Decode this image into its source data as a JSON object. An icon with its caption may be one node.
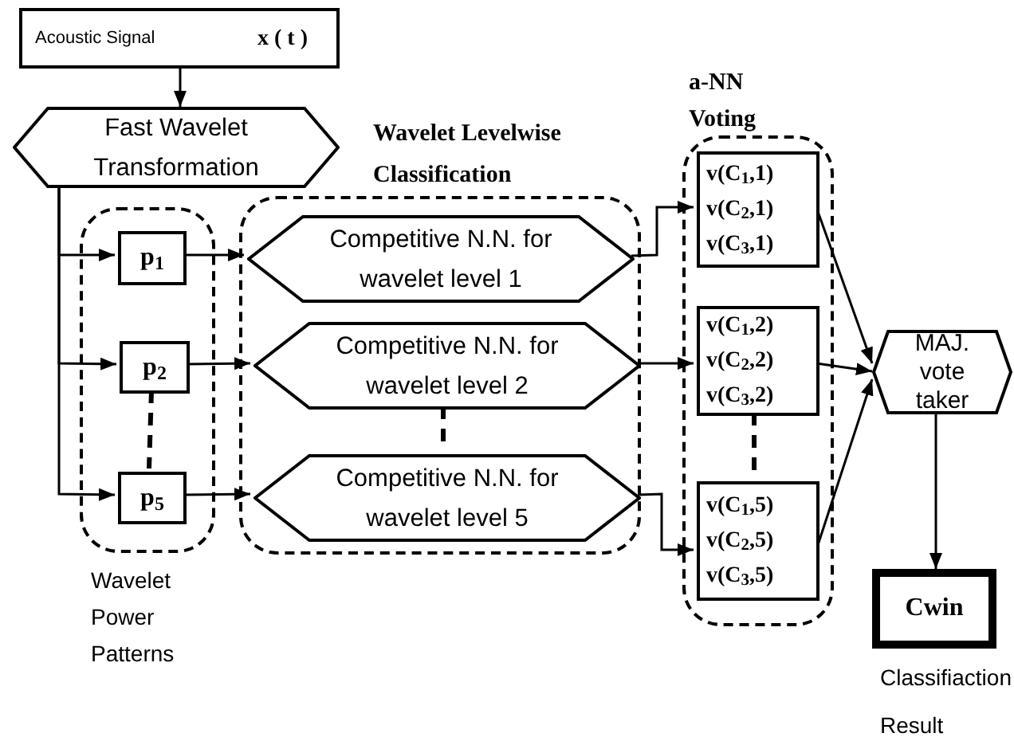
{
  "diagram": {
    "nodes": [
      {
        "text": [
          "Acoustic Signal",
          "x ( t )"
        ]
      },
      {
        "text": [
          "Fast Wavelet Transformation"
        ]
      },
      {
        "text": [
          "Wavelet Power Patterns"
        ]
      },
      {
        "text": [
          "p$_{1}$"
        ],
        "in": 2
      },
      {
        "text": [
          "p$_{2}$"
        ],
        "in": 2
      },
      {
        "text": [
          "p$_{5}$"
        ],
        "in": 2
      },
      {
        "text": [
          "Wavelet Levelwise Classification"
        ]
      },
      {
        "text": [
          "Competitive N.N. for wavelet level 1"
        ],
        "in": 6
      },
      {
        "text": [
          "Competitive N.N. for wavelet level 2"
        ],
        "in": 6
      },
      {
        "text": [
          "Competitive N.N. for wavelet level 5"
        ],
        "in": 6
      },
      {
        "text": [
          "a-NN Voting"
        ]
      },
      {
        "text": [
          "v(C$_{1}$,1)",
          "v(C$_{2}$,1)",
          "v(C$_{3}$,1)"
        ],
        "in": 10
      },
      {
        "text": [
          "v(C$_{1}$,2)",
          "v(C$_{2}$,2)",
          "v(C$_{3}$,2)"
        ],
        "in": 10
      },
      {
        "text": [
          "v(C$_{1}$,5)",
          "v(C$_{2}$,5)",
          "v(C$_{3}$,5)"
        ],
        "in": 10
      },
      {
        "text": [
          "MAJ. vote taker"
        ]
      },
      {
        "text": [
          "Cwin"
        ],
        "beside": [
          "Classifiaction Result"
        ]
      }
    ],
    "edges": [
      {
        "from": 0,
        "to": 1,
        "arrow": "to"
      },
      {
        "from": 1,
        "to": 3,
        "arrow": "to"
      },
      {
        "from": 1,
        "to": 4,
        "arrow": "to"
      },
      {
        "from": 1,
        "to": 5,
        "arrow": "to"
      },
      {
        "from": 3,
        "to": 7,
        "arrow": "to"
      },
      {
        "from": 4,
        "to": 8,
        "arrow": "to"
      },
      {
        "from": 5,
        "to": 9,
        "arrow": "to"
      },
      {
        "from": 7,
        "to": 11,
        "arrow": "to"
      },
      {
        "from": 8,
        "to": 12,
        "arrow": "to"
      },
      {
        "from": 9,
        "to": 13,
        "arrow": "to"
      },
      {
        "from": 11,
        "to": 14,
        "arrow": "to"
      },
      {
        "from": 12,
        "to": 14,
        "arrow": "to"
      },
      {
        "from": 13,
        "to": 14,
        "arrow": "to"
      },
      {
        "from": 14,
        "to": 15,
        "arrow": "to"
      },
      {
        "from": 4,
        "to": 5,
        "arrow": "none",
        "style": "dashed"
      },
      {
        "from": 8,
        "to": 9,
        "arrow": "none",
        "style": "dashed"
      },
      {
        "from": 12,
        "to": 13,
        "arrow": "none",
        "style": "dashed"
      }
    ]
  }
}
